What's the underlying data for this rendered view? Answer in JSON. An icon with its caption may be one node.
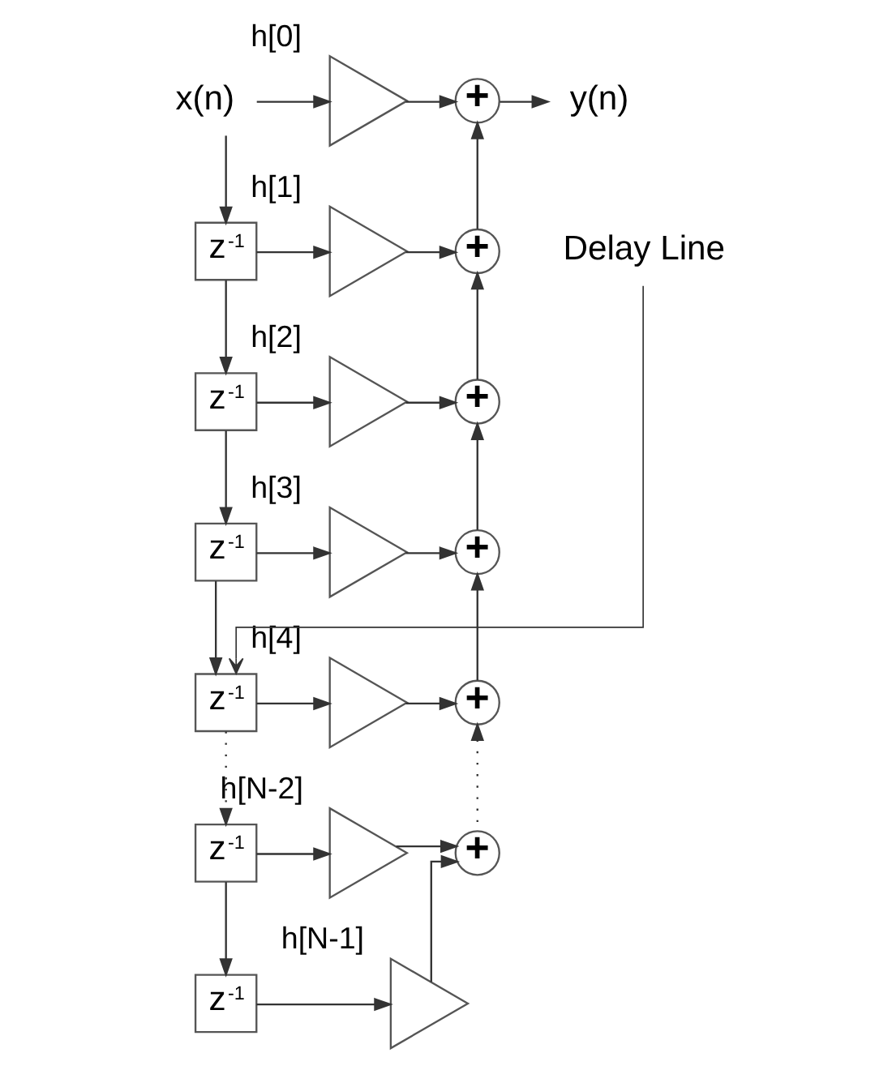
{
  "diagram": {
    "nodes": [
      {
        "text": [
          "x(n)"
        ]
      },
      {
        "text": [
          "z$^{-1}$"
        ]
      },
      {
        "text": [
          "z$^{-1}$"
        ]
      },
      {
        "text": [
          "z$^{-1}$"
        ]
      },
      {
        "text": [
          "z$^{-1}$"
        ]
      },
      {
        "text": [
          "z$^{-1}$"
        ]
      },
      {
        "text": [
          "z$^{-1}$"
        ]
      },
      {
        "text": [
          "h[0]"
        ]
      },
      {
        "text": [
          "h[1]"
        ]
      },
      {
        "text": [
          "h[2]"
        ]
      },
      {
        "text": [
          "h[3]"
        ]
      },
      {
        "text": [
          "h[4]"
        ]
      },
      {
        "text": [
          "h[N-2]"
        ]
      },
      {
        "text": [
          "h[N-1]"
        ]
      },
      {
        "text": [
          "+"
        ]
      },
      {
        "text": [
          "+"
        ]
      },
      {
        "text": [
          "+"
        ]
      },
      {
        "text": [
          "+"
        ]
      },
      {
        "text": [
          "+"
        ]
      },
      {
        "text": [
          "+"
        ]
      },
      {
        "text": [
          "y(n)"
        ]
      },
      {
        "text": [
          "Delay Line"
        ]
      }
    ],
    "edges": [
      {
        "from": 0,
        "to": 7,
        "arrow": "to"
      },
      {
        "from": 0,
        "to": 1,
        "arrow": "to"
      },
      {
        "from": 1,
        "to": 8,
        "arrow": "to"
      },
      {
        "from": 1,
        "to": 2,
        "arrow": "to"
      },
      {
        "from": 2,
        "to": 9,
        "arrow": "to"
      },
      {
        "from": 2,
        "to": 3,
        "arrow": "to"
      },
      {
        "from": 3,
        "to": 10,
        "arrow": "to"
      },
      {
        "from": 3,
        "to": 4,
        "arrow": "to"
      },
      {
        "from": 4,
        "to": 11,
        "arrow": "to"
      },
      {
        "from": 4,
        "to": 5,
        "arrow": "to",
        "style": "dashed"
      },
      {
        "from": 5,
        "to": 12,
        "arrow": "to"
      },
      {
        "from": 5,
        "to": 6,
        "arrow": "to"
      },
      {
        "from": 6,
        "to": 13,
        "arrow": "to"
      },
      {
        "from": 7,
        "to": 14,
        "arrow": "to"
      },
      {
        "from": 8,
        "to": 15,
        "arrow": "to"
      },
      {
        "from": 9,
        "to": 16,
        "arrow": "to"
      },
      {
        "from": 10,
        "to": 17,
        "arrow": "to"
      },
      {
        "from": 11,
        "to": 18,
        "arrow": "to"
      },
      {
        "from": 12,
        "to": 19,
        "arrow": "to"
      },
      {
        "from": 13,
        "to": 19,
        "arrow": "to"
      },
      {
        "from": 19,
        "to": 18,
        "arrow": "to",
        "style": "dashed"
      },
      {
        "from": 18,
        "to": 17,
        "arrow": "to"
      },
      {
        "from": 17,
        "to": 16,
        "arrow": "to"
      },
      {
        "from": 16,
        "to": 15,
        "arrow": "to"
      },
      {
        "from": 15,
        "to": 14,
        "arrow": "to"
      },
      {
        "from": 14,
        "to": 20,
        "arrow": "to"
      },
      {
        "from": 21,
        "to": 4,
        "arrow": "to"
      }
    ]
  }
}
